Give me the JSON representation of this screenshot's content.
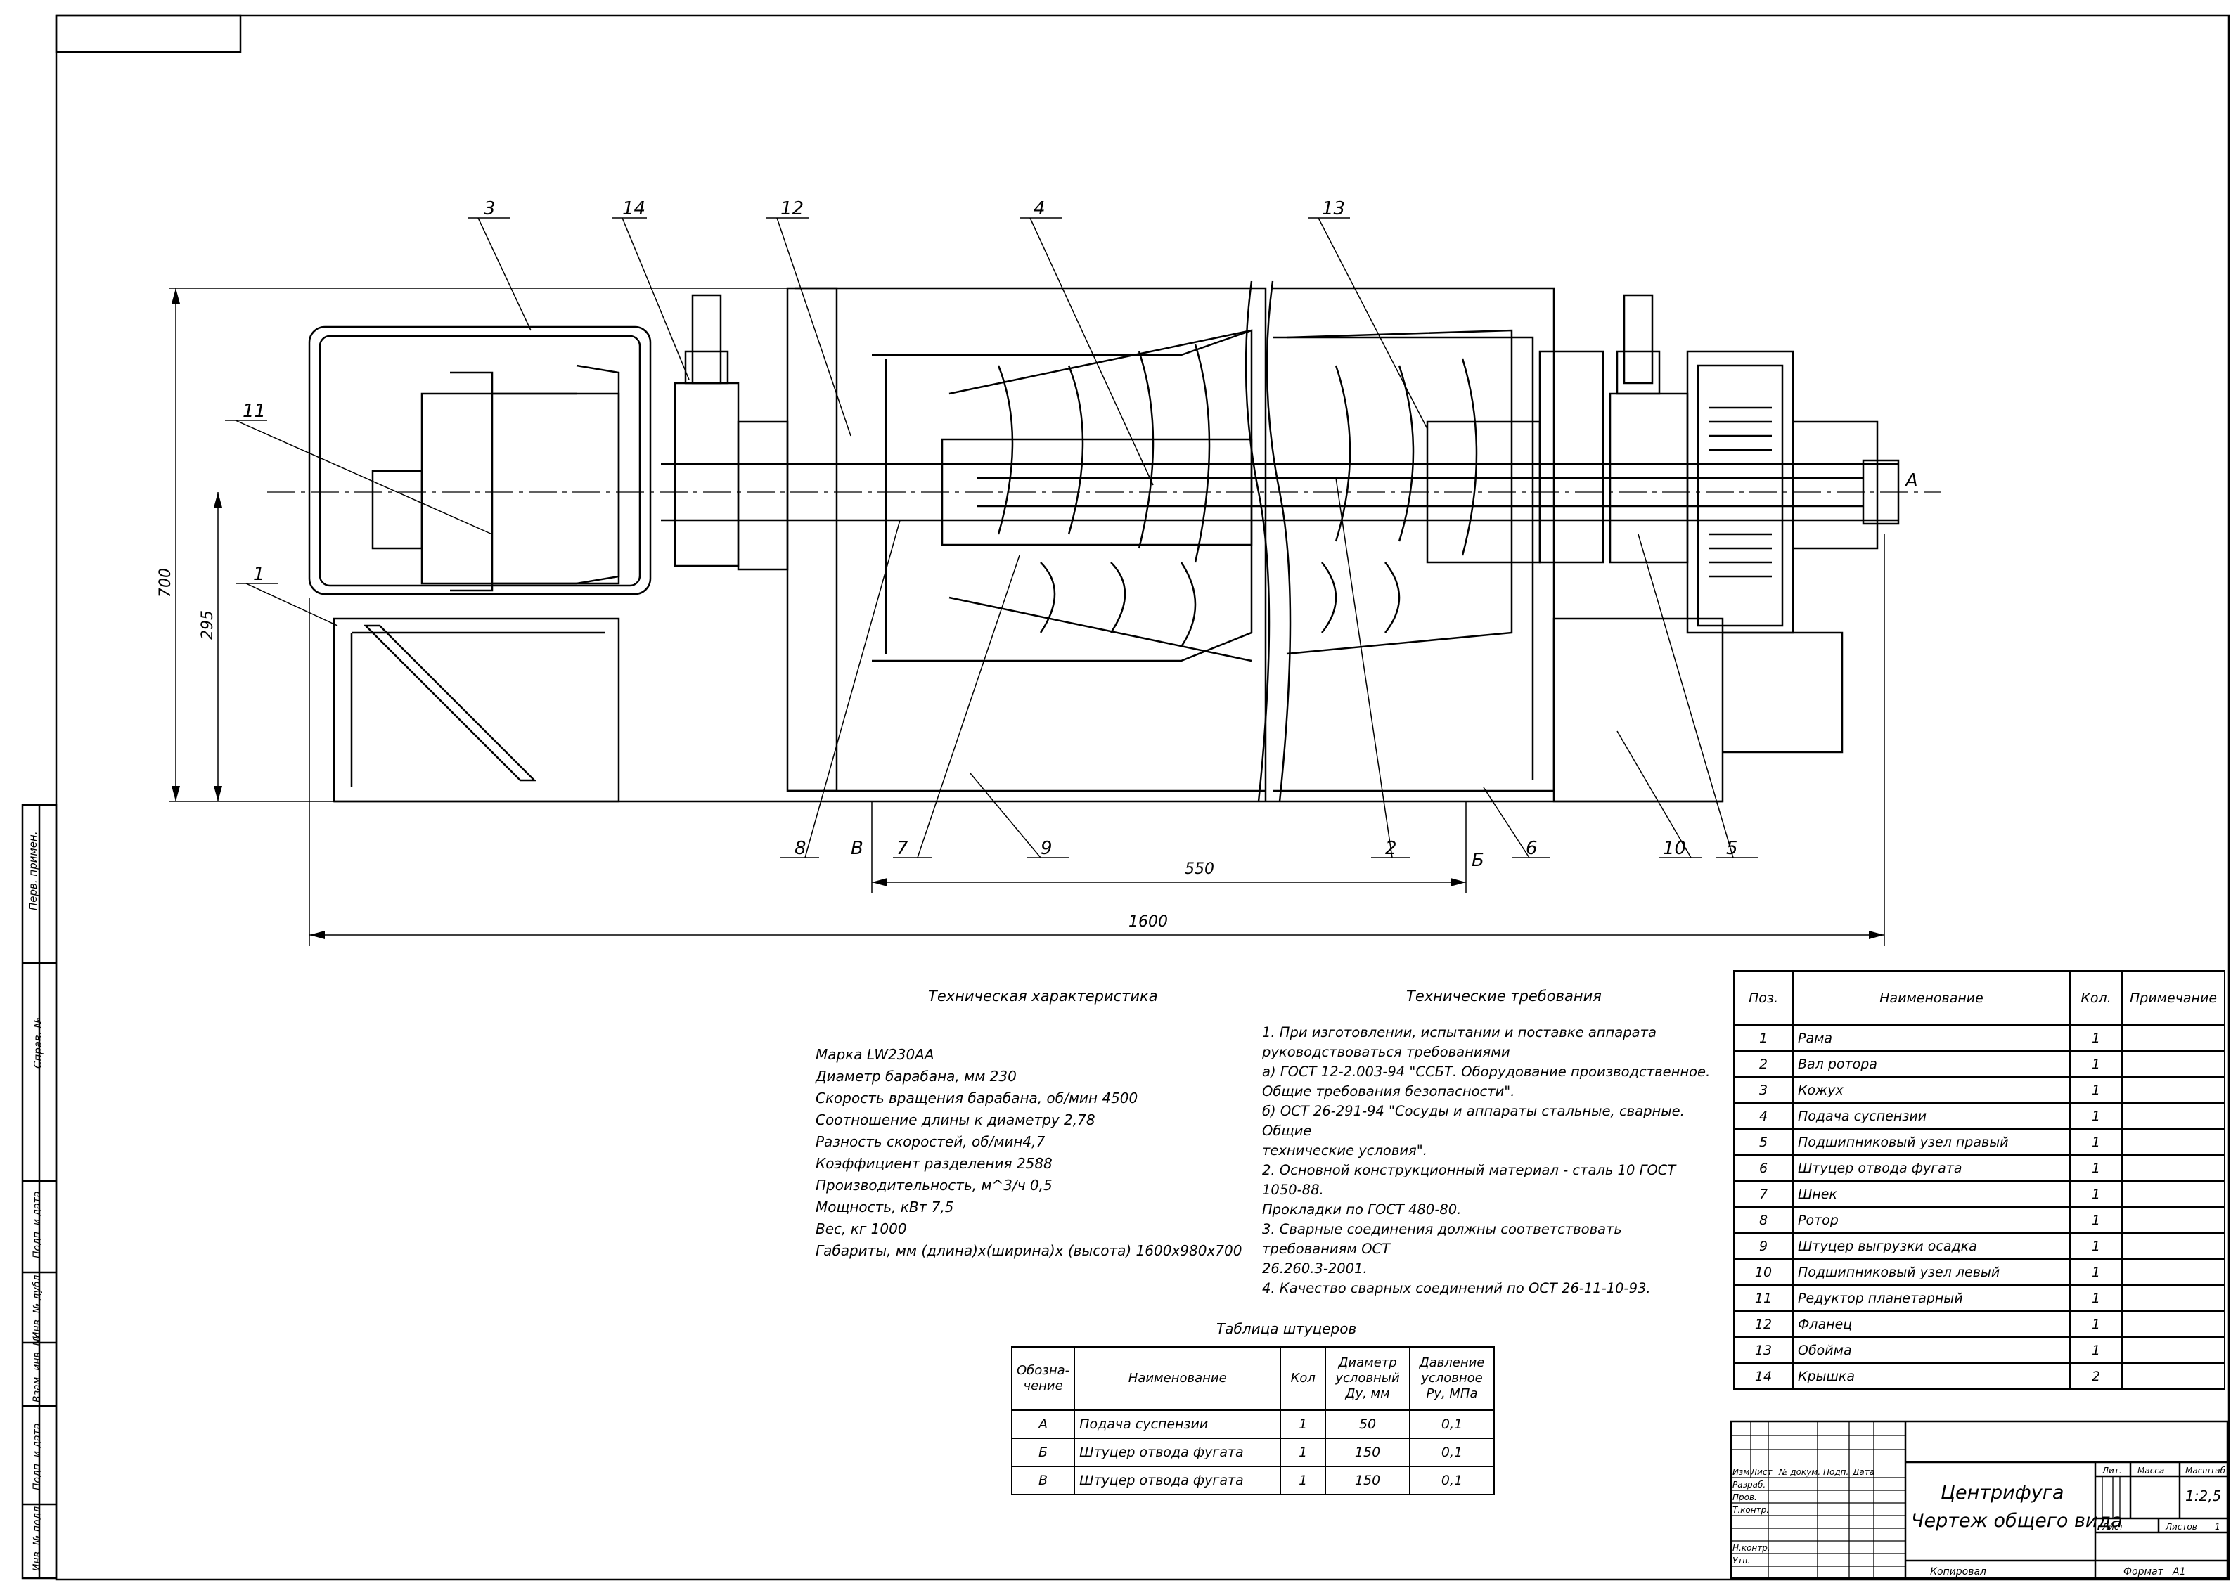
{
  "drawing": {
    "position_labels": [
      "3",
      "14",
      "12",
      "4",
      "13",
      "11",
      "1",
      "8",
      "В",
      "7",
      "9",
      "2",
      "Б",
      "6",
      "10",
      "5",
      "А"
    ],
    "dimensions": {
      "overall_length": "1600",
      "nozzle_spacing": "550",
      "height": "700",
      "axis_height": "295"
    }
  },
  "tech_char": {
    "title": "Техническая характеристика",
    "lines": [
      "Марка   LW230AA",
      "Диаметр барабана, мм    230",
      "Скорость вращения барабана, об/мин      4500",
      "Соотношение длины к диаметру  2,78",
      "Разность скоростей, об/мин4,7",
      "Коэффициент разделения     2588",
      "Производительность, м^3/ч  0,5",
      "Мощность, кВт  7,5",
      "Вес, кг  1000",
      "Габариты, мм (длина)х(ширина)х (высота)  1600х980х700"
    ]
  },
  "tech_req": {
    "title": "Технические требования",
    "lines": [
      "1. При изготовлении, испытании и поставке аппарата",
      "руководствоваться требованиями",
      "а) ГОСТ 12-2.003-94 \"ССБТ. Оборудование производственное.",
      "Общие требования безопасности\".",
      "б) ОСТ 26-291-94 \"Сосуды и аппараты стальные, сварные. Общие",
      "технические условия\".",
      "2. Основной конструкционный материал - сталь 10 ГОСТ 1050-88.",
      "Прокладки по ГОСТ 480-80.",
      "3. Сварные соединения должны соответствовать требованиям ОСТ",
      "26.260.3-2001.",
      "4. Качество сварных соединений по ОСТ 26-11-10-93."
    ]
  },
  "nozzles": {
    "title": "Таблица штуцеров",
    "headers": [
      "Обозна-чение",
      "Наименование",
      "Кол",
      "Диаметр условный Ду, мм",
      "Давление условное Ру, МПа"
    ],
    "rows": [
      [
        "А",
        "Подача суспензии",
        "1",
        "50",
        "0,1"
      ],
      [
        "Б",
        "Штуцер отвода фугата",
        "1",
        "150",
        "0,1"
      ],
      [
        "В",
        "Штуцер отвода фугата",
        "1",
        "150",
        "0,1"
      ]
    ]
  },
  "spec": {
    "headers": [
      "Поз.",
      "Наименование",
      "Кол.",
      "Примечание"
    ],
    "rows": [
      [
        "1",
        "Рама",
        "1",
        ""
      ],
      [
        "2",
        "Вал ротора",
        "1",
        ""
      ],
      [
        "3",
        "Кожух",
        "1",
        ""
      ],
      [
        "4",
        "Подача суспензии",
        "1",
        ""
      ],
      [
        "5",
        "Подшипниковый узел правый",
        "1",
        ""
      ],
      [
        "6",
        "Штуцер отвода фугата",
        "1",
        ""
      ],
      [
        "7",
        "Шнек",
        "1",
        ""
      ],
      [
        "8",
        "Ротор",
        "1",
        ""
      ],
      [
        "9",
        "Штуцер выгрузки осадка",
        "1",
        ""
      ],
      [
        "10",
        "Подшипниковый узел левый",
        "1",
        ""
      ],
      [
        "11",
        "Редуктор планетарный",
        "1",
        ""
      ],
      [
        "12",
        "Фланец",
        "1",
        ""
      ],
      [
        "13",
        "Обойма",
        "1",
        ""
      ],
      [
        "14",
        "Крышка",
        "2",
        ""
      ]
    ]
  },
  "stamp": {
    "title1": "Центрифуга",
    "title2": "Чертеж общего вида",
    "col_heads": [
      "Изм",
      "Лист",
      "№ докум.",
      "Подп.",
      "Дата"
    ],
    "roles": [
      "Разраб.",
      "Пров.",
      "Т.контр.",
      "",
      "Н.контр.",
      "Утв."
    ],
    "lit": "Лит.",
    "mass": "Масса",
    "scale": "Масштаб",
    "scale_value": "1:2,5",
    "sheet": "Лист",
    "sheets": "Листов",
    "sheets_value": "1",
    "copied": "Копировал",
    "format": "Формат",
    "format_value": "А1"
  },
  "left_strip": [
    "Перв. примен.",
    "Справ. №",
    "Подп. и дата",
    "Инв. № дубл.",
    "Взам. инв. №",
    "Подп. и дата",
    "Инв. № подл."
  ]
}
